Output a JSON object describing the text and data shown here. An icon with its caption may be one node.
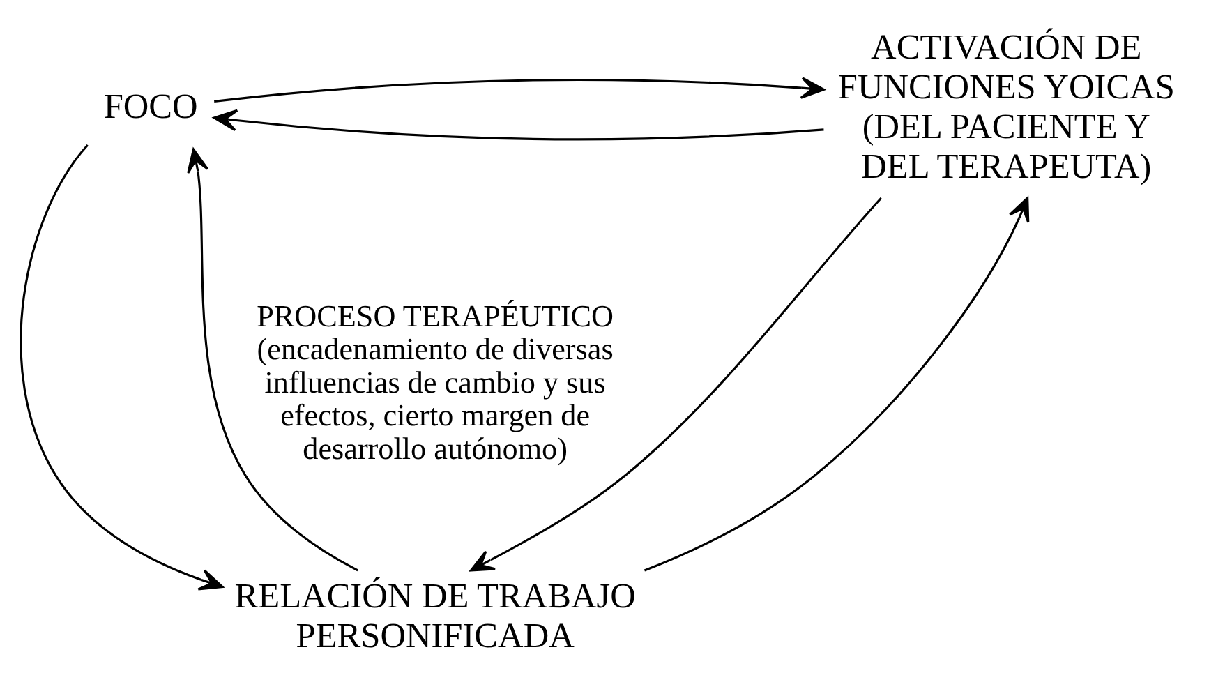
{
  "diagram": {
    "nodes": [
      {
        "text": [
          "FOCO"
        ]
      },
      {
        "text": [
          "ACTIVACIÓN DE FUNCIONES YOICAS (DEL PACIENTE Y DEL TERAPEUTA)"
        ]
      },
      {
        "text": [
          "RELACIÓN DE TRABAJO PERSONIFICADA"
        ]
      }
    ],
    "edges": [
      {
        "from": 1,
        "to": 0,
        "arrow": "to"
      },
      {
        "from": 0,
        "to": 1,
        "arrow": "to"
      },
      {
        "from": 2,
        "to": 0,
        "arrow": "to"
      },
      {
        "from": 0,
        "to": 2,
        "arrow": "to"
      },
      {
        "from": 2,
        "to": 1,
        "arrow": "to"
      },
      {
        "from": 1,
        "to": 2,
        "arrow": "to"
      }
    ],
    "labels": [
      "PROCESO TERAPÉUTICO",
      "(encadenamiento de diversas influencias de cambio y sus efectos, cierto margen de desarrollo autónomo)"
    ]
  }
}
